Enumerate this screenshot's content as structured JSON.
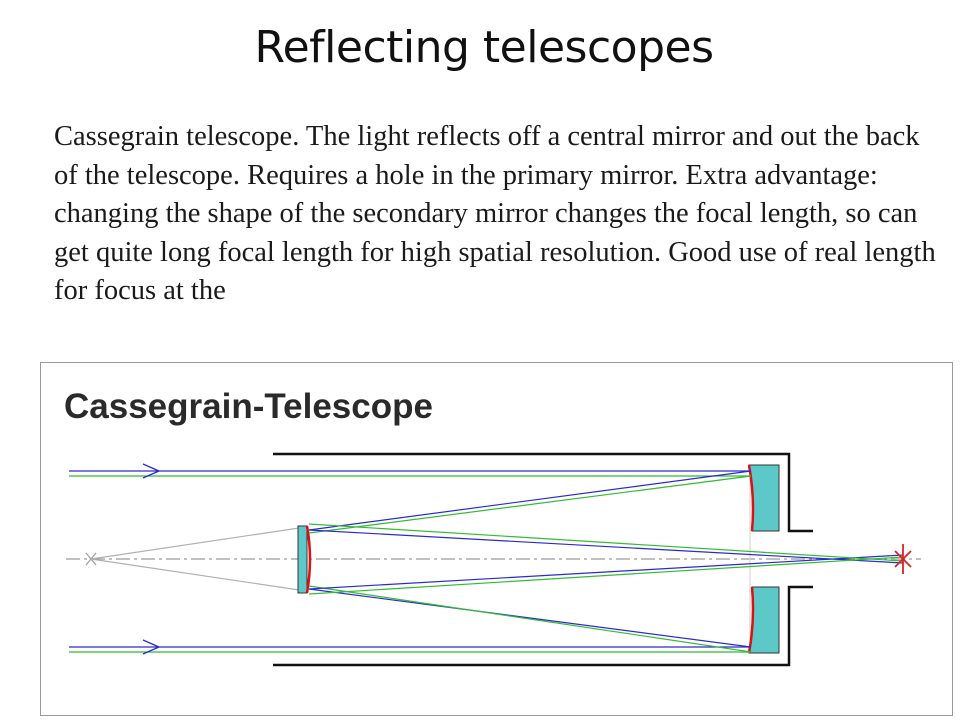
{
  "slide": {
    "title": "Reflecting telescopes",
    "body": "Cassegrain telescope. The light reflects off a central mirror and out the back of the telescope. Requires a hole in the primary mirror. Extra advantage: changing the shape of the secondary mirror changes the focal length, so can get quite long focal length for high spatial resolution. Good use of real length for focus at the"
  },
  "diagram": {
    "title": "Cassegrain-Telescope",
    "colors": {
      "tube": "#111111",
      "mirror_fill": "#5cc8c8",
      "mirror_surface": "#dd1111",
      "ray_blue": "#2a2ad0",
      "ray_green": "#33bb33",
      "axis": "#999999",
      "focus": "#dd2222"
    }
  }
}
